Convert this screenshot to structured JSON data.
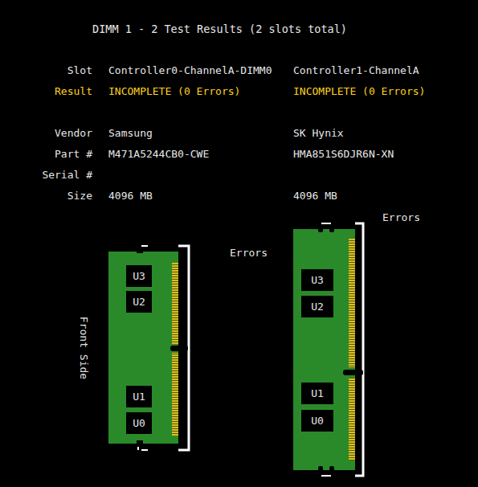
{
  "diagram": {
    "title": "DIMM 1 - 2 Test Results (2 slots total)",
    "nodes": [
      {
        "text": [
          "U3"
        ]
      },
      {
        "text": [
          "U2"
        ]
      },
      {
        "text": [
          "U1"
        ]
      },
      {
        "text": [
          "U0"
        ]
      },
      {
        "text": [
          "U3"
        ]
      },
      {
        "text": [
          "U2"
        ]
      },
      {
        "text": [
          "U1"
        ]
      },
      {
        "text": [
          "U0"
        ]
      }
    ],
    "labels": [
      "Slot",
      "Controller0-ChannelA-DIMM0",
      "Controller1-ChannelA",
      "Result",
      "INCOMPLETE (0 Errors)",
      "INCOMPLETE (0 Errors)",
      "Vendor",
      "Samsung",
      "SK Hynix",
      "Part #",
      "M471A5244CB0-CWE",
      "HMA851S6DJR6N-XN",
      "Serial #",
      "Size",
      "4096 MB",
      "4096 MB",
      "Errors",
      "Errors",
      "Front Side"
    ]
  }
}
